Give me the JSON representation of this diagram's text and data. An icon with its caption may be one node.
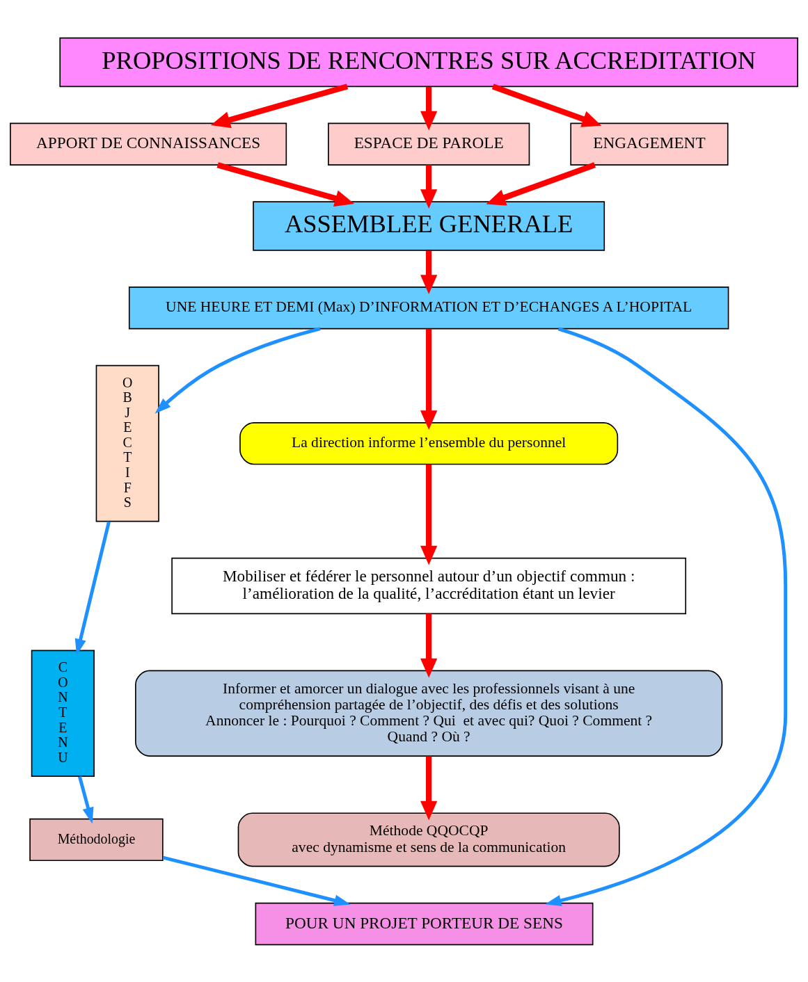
{
  "diagram": {
    "nodes": [
      {
        "text": [
          "PROPOSITIONS DE RENCONTRES SUR ACCREDITATION"
        ]
      },
      {
        "text": [
          "APPORT DE CONNAISSANCES"
        ]
      },
      {
        "text": [
          "ESPACE DE PAROLE"
        ]
      },
      {
        "text": [
          "ENGAGEMENT"
        ]
      },
      {
        "text": [
          "ASSEMBLEE GENERALE"
        ]
      },
      {
        "text": [
          "UNE HEURE ET DEMI (Max) D’INFORMATION ET D’ECHANGES A L’HOPITAL"
        ]
      },
      {
        "text": [
          "OBJECTIFS"
        ]
      },
      {
        "text": [
          "La direction informe l’ensemble du personnel"
        ]
      },
      {
        "text": [
          "Mobiliser et fédérer le personnel autour d’un objectif commun : l’amélioration de la qualité, l’accréditation étant un levier"
        ]
      },
      {
        "text": [
          "CONTENU"
        ]
      },
      {
        "text": [
          "Informer et amorcer un dialogue avec les professionnels visant à une compréhension partagée de l’objectif, des défis et des solutions",
          "Annoncer le : Pourquoi ? Comment ? Qui  et avec qui? Quoi ? Comment ? Quand ? Où ?"
        ]
      },
      {
        "text": [
          "Méthodologie"
        ]
      },
      {
        "text": [
          "Méthode QQOCQP",
          "avec dynamisme et sens de la communication"
        ]
      },
      {
        "text": [
          "POUR UN PROJET PORTEUR DE SENS"
        ]
      }
    ],
    "edges": [
      {
        "from": 0,
        "to": 1,
        "arrow": "to"
      },
      {
        "from": 0,
        "to": 2,
        "arrow": "to"
      },
      {
        "from": 0,
        "to": 3,
        "arrow": "to"
      },
      {
        "from": 1,
        "to": 4,
        "arrow": "to"
      },
      {
        "from": 2,
        "to": 4,
        "arrow": "to"
      },
      {
        "from": 3,
        "to": 4,
        "arrow": "to"
      },
      {
        "from": 4,
        "to": 5,
        "arrow": "to"
      },
      {
        "from": 5,
        "to": 7,
        "arrow": "to"
      },
      {
        "from": 7,
        "to": 8,
        "arrow": "to"
      },
      {
        "from": 8,
        "to": 10,
        "arrow": "to"
      },
      {
        "from": 10,
        "to": 12,
        "arrow": "to"
      },
      {
        "from": 5,
        "to": 6,
        "arrow": "to",
        "color": "#1e90ff"
      },
      {
        "from": 6,
        "to": 9,
        "arrow": "to",
        "color": "#1e90ff"
      },
      {
        "from": 9,
        "to": 11,
        "arrow": "to",
        "color": "#1e90ff"
      },
      {
        "from": 11,
        "to": 13,
        "arrow": "to",
        "color": "#1e90ff"
      },
      {
        "from": 5,
        "to": 13,
        "arrow": "to",
        "color": "#1e90ff"
      }
    ]
  }
}
